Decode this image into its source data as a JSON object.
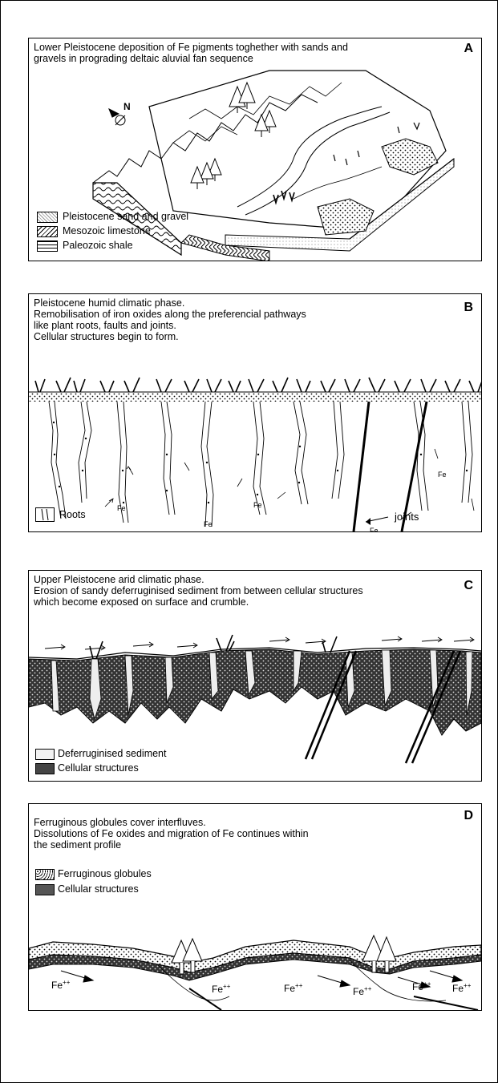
{
  "panel_a": {
    "label": "A",
    "caption_line1": "Lower Pleistocene deposition of  Fe pigments toghether with sands and",
    "caption_line2": "gravels in prograding deltaic aluvial fan sequence",
    "north": "N",
    "legend": [
      "Pleistocene sand and  gravel",
      "Mesozoic limestone",
      "Paleozoic shale"
    ]
  },
  "panel_b": {
    "label": "B",
    "caption_line1": "Pleistocene humid climatic phase.",
    "caption_line2": "Remobilisation of iron oxides along the preferencial pathways",
    "caption_line3": "like plant roots, faults and joints.",
    "caption_line4": "Cellular structures begin to form.",
    "joints_label": "joints",
    "fe": "Fe",
    "legend_roots": "Roots"
  },
  "panel_c": {
    "label": "C",
    "caption_line1": "Upper  Pleistocene arid climatic phase.",
    "caption_line2": "Erosion of sandy deferruginised sediment from between cellular structures",
    "caption_line3": "which become exposed on surface and crumble.",
    "legend": [
      "Deferruginised sediment",
      "Cellular structures"
    ]
  },
  "panel_d": {
    "label": "D",
    "caption_line1": "Ferruginous globules cover interfluves.",
    "caption_line2": "Dissolutions of Fe oxides and migration of Fe continues within",
    "caption_line3": "the sediment profile",
    "legend": [
      "Ferruginous globules",
      "Cellular structures"
    ],
    "fe_base": "Fe",
    "fe_sup": "++"
  }
}
